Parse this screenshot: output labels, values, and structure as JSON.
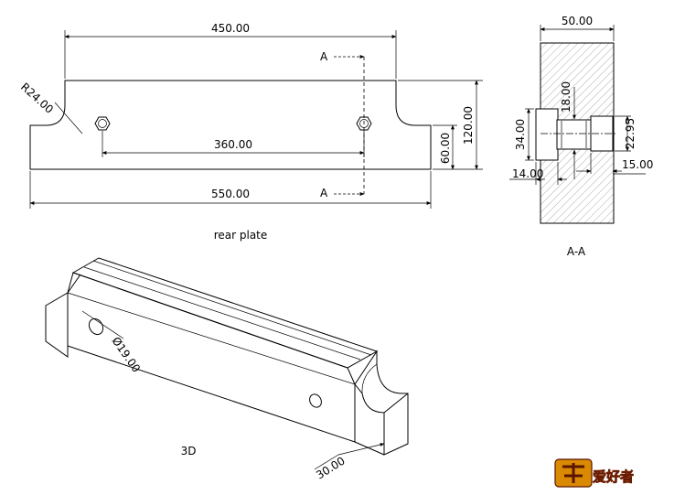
{
  "rear_view": {
    "dims": {
      "overall_width_upper": "450.00",
      "hole_spacing": "360.00",
      "overall_width_lower": "550.00",
      "height_total": "120.00",
      "height_step": "60.00",
      "radius": "R24.00"
    },
    "section_marks": [
      "A",
      "A"
    ],
    "caption": "rear plate"
  },
  "section_view": {
    "dims": {
      "width": "50.00",
      "bore_height": "34.00",
      "slot_height": "18.00",
      "counterbore": "22.95",
      "depth_left": "14.00",
      "depth_right": "15.00"
    },
    "caption": "A-A"
  },
  "iso_view": {
    "dims": {
      "hole_dia": "Ø19.00",
      "thickness": "30.00"
    },
    "caption": "3D"
  },
  "logo": {
    "text": "爱好者"
  }
}
